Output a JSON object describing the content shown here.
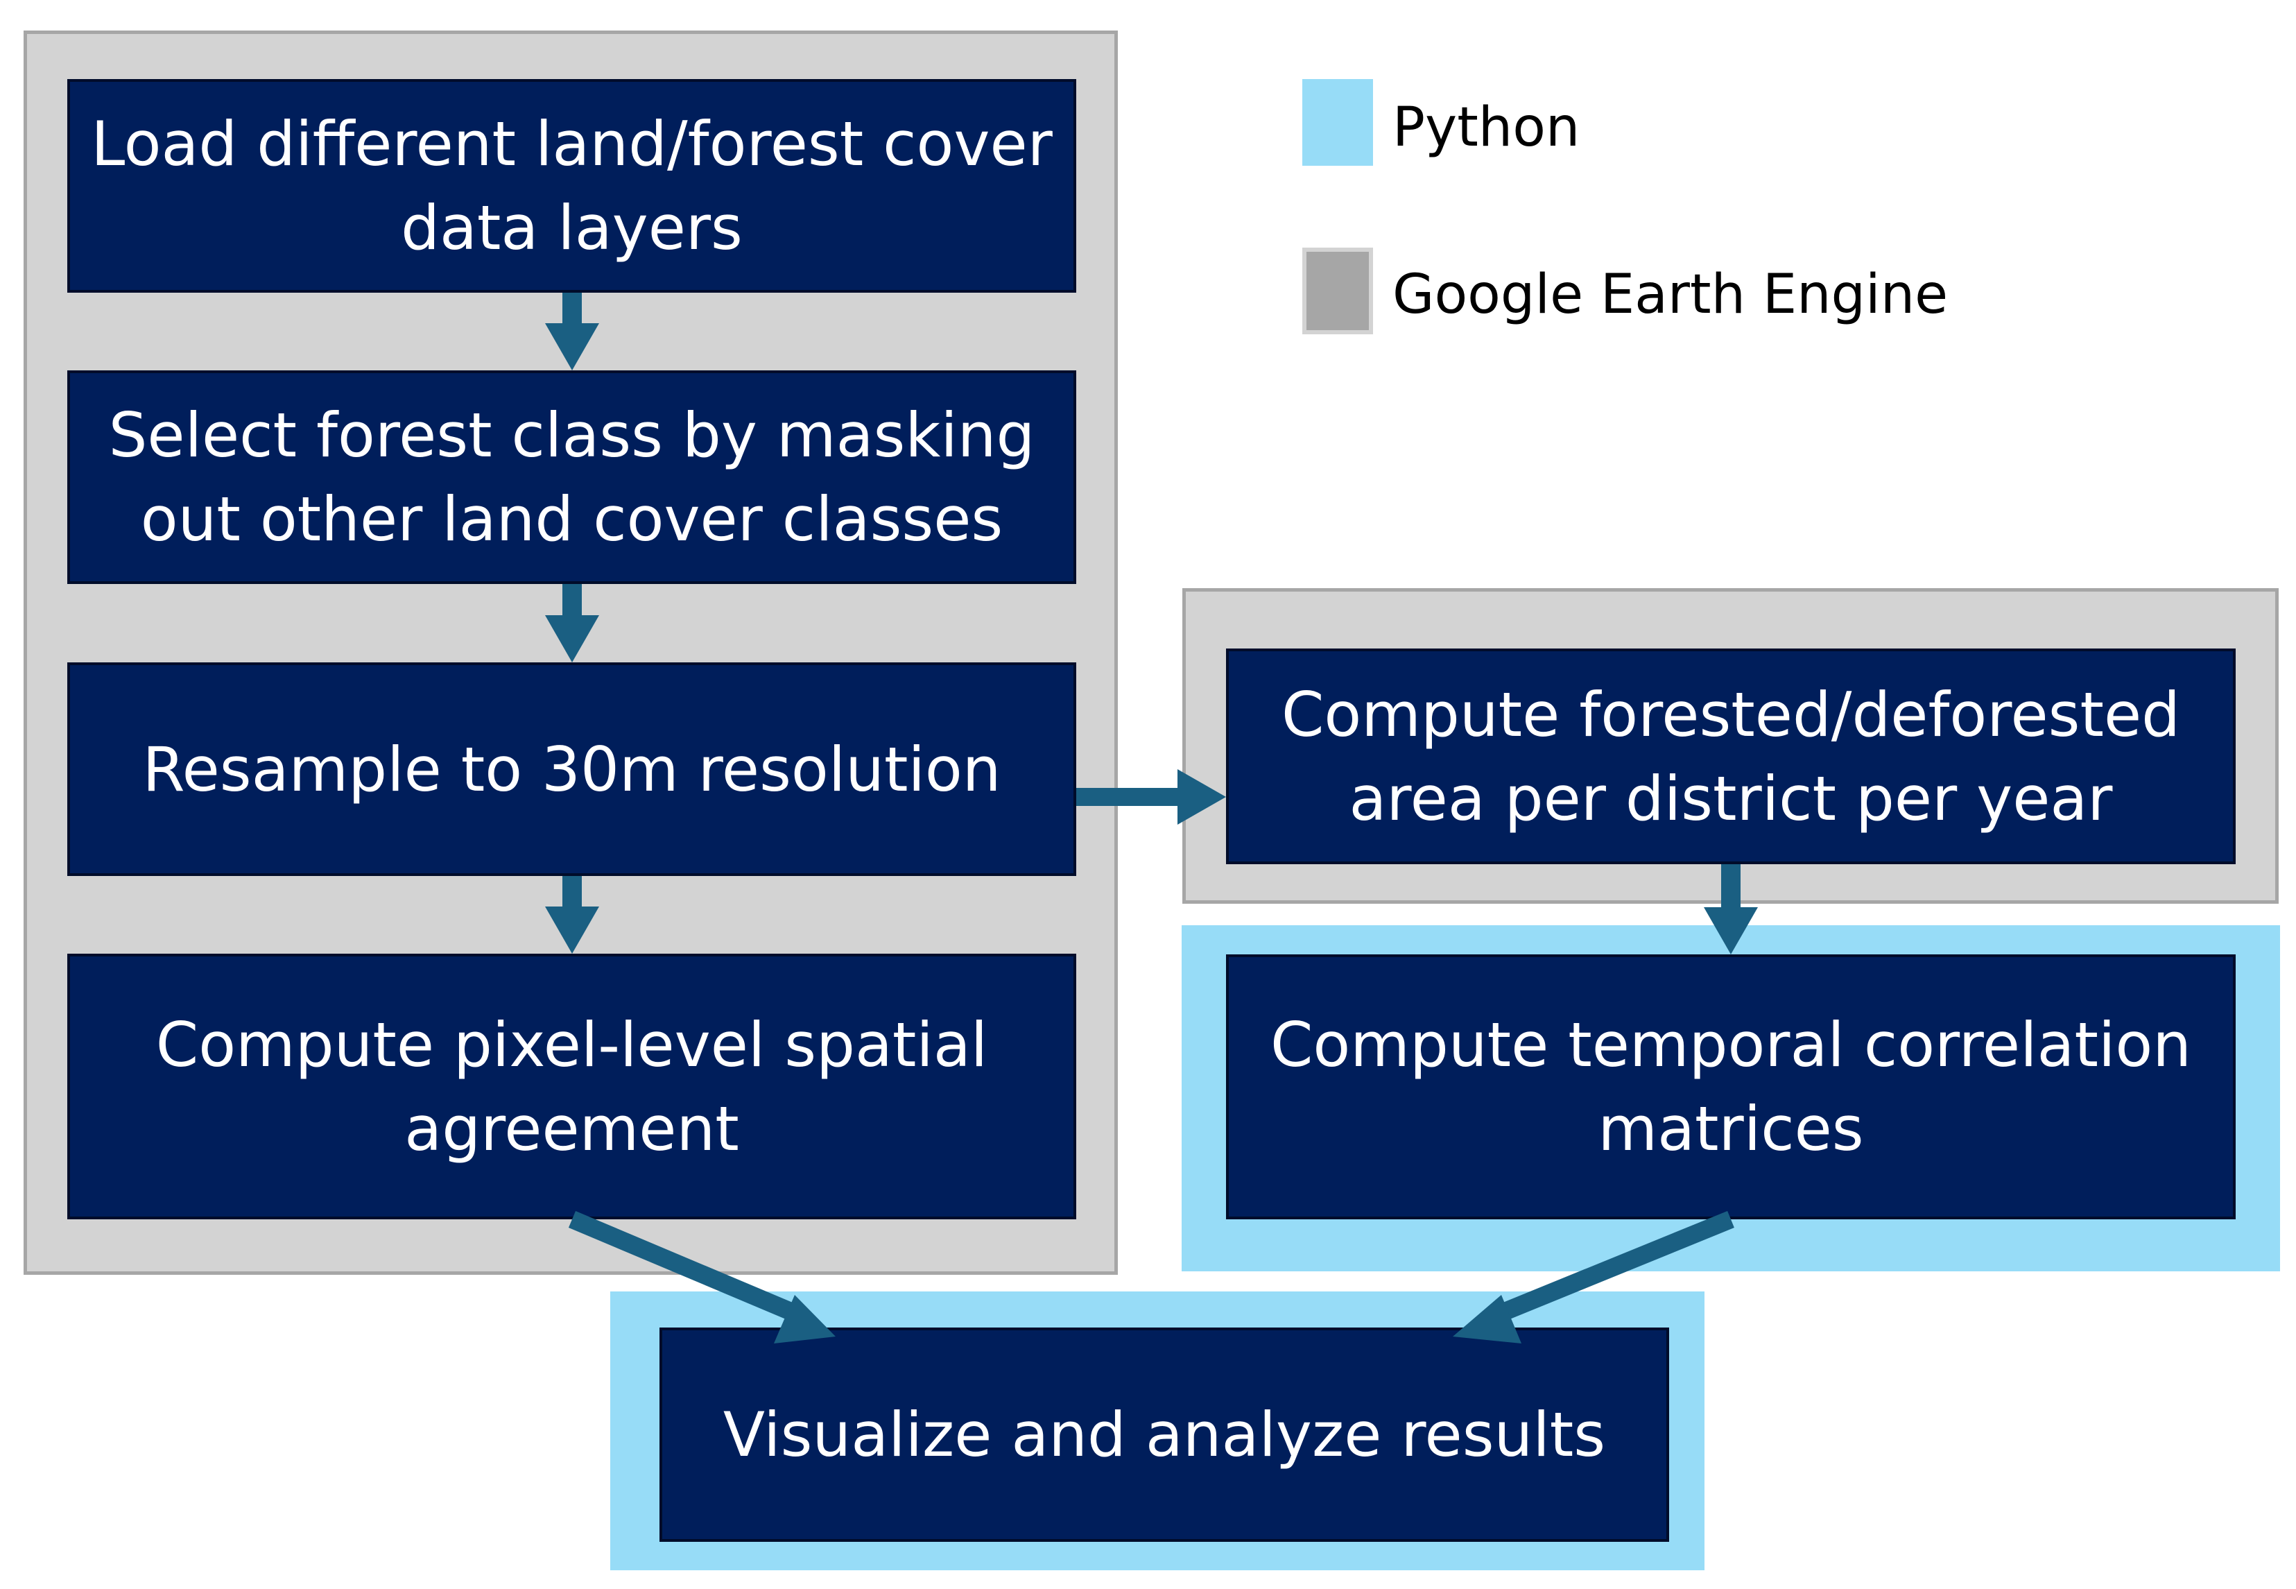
{
  "colors": {
    "step_fill": "#001e5b",
    "step_text": "#ffffff",
    "gee_group": "#d3d3d3",
    "gee_border": "#a6a6a6",
    "python_group": "#97dcf7",
    "arrow": "#1a5f82"
  },
  "legend": {
    "python_label": "Python",
    "gee_label": "Google Earth Engine"
  },
  "steps": {
    "load": "Load different land/forest cover\ndata layers",
    "select": "Select forest class by masking\nout other land cover classes",
    "resample": "Resample to 30m resolution",
    "pixel": "Compute pixel-level spatial\nagreement",
    "area": "Compute forested/deforested\narea per district per year",
    "temporal": "Compute temporal correlation\nmatrices",
    "visualize": "Visualize and analyze results"
  },
  "flow": [
    [
      "load",
      "select"
    ],
    [
      "select",
      "resample"
    ],
    [
      "resample",
      "pixel"
    ],
    [
      "resample",
      "area"
    ],
    [
      "area",
      "temporal"
    ],
    [
      "pixel",
      "visualize"
    ],
    [
      "temporal",
      "visualize"
    ]
  ]
}
